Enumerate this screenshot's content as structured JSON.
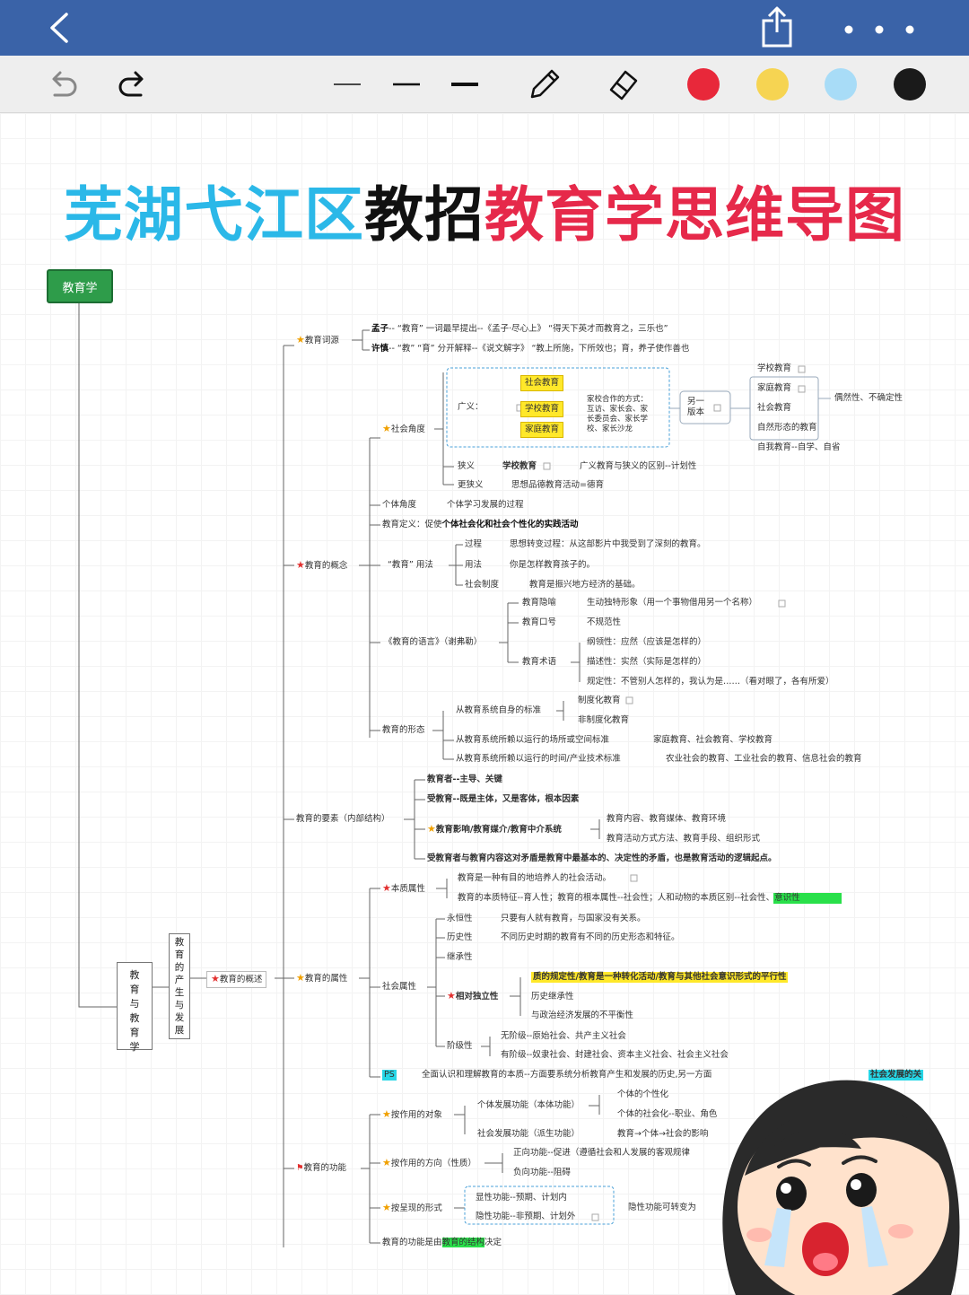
{
  "title": {
    "part1": "芜湖弋江区",
    "part2": "教招",
    "part3": "教育学思维导图",
    "colors": {
      "part1": "#2bb8e8",
      "part2": "#111111",
      "part3": "#e6294a"
    }
  },
  "toolbar": {
    "colors": [
      "#e8283a",
      "#f6d452",
      "#a8dcf7",
      "#1a1a1a"
    ]
  },
  "mindmap": {
    "root": "教育学",
    "vertical1": "教育与教育学",
    "vertical2": "教育的产生与发展",
    "overview": "教育的概述",
    "etymology": "教育词源",
    "mencius": [
      "孟子",
      "-- “教育” 一词最早提出--《孟子·尽心上》 “得天下英才而教育之，三乐也”"
    ],
    "xushen": [
      "许慎",
      "-- “教” “育” 分开解释--《说文解字》 “教上所施，下所效也；育，养子使作善也"
    ],
    "concept": "教育的概念",
    "social_angle": "社会角度",
    "broad": "广义：",
    "social_edu": "社会教育",
    "school_edu": "学校教育",
    "family_edu": "家庭教育",
    "coop": "家校合作的方式：\n互访、家长会、家\n长委员会、家长学\n校、家长沙龙",
    "another_version": "另一\n版本",
    "right_list": [
      "学校教育",
      "家庭教育",
      "社会教育",
      "自然形态的教育",
      "自我教育--自学、自省"
    ],
    "chance": "偶然性、不确定性",
    "narrow": "狭义",
    "narrow_school": "学校教育",
    "narrow_diff": "广义教育与狭义的区别--计划性",
    "narrower": "更狭义",
    "narrower_text": "思想品德教育活动=德育",
    "individual_angle": "个体角度",
    "individual_text": "个体学习发展的过程",
    "definition": [
      "教育定义：促使",
      "个体社会化和社会个性化的实践活动"
    ],
    "usage": "“教育” 用法",
    "usage_items": [
      [
        "过程",
        "思想转变过程：从这部影片中我受到了深刻的教育。"
      ],
      [
        "用法",
        "你是怎样教育孩子的。"
      ],
      [
        "社会制度",
        "教育是振兴地方经济的基础。"
      ]
    ],
    "language": "《教育的语言》（谢弗勒）",
    "metaphor": [
      "教育隐喻",
      "生动独特形象（用一个事物借用另一个名称）"
    ],
    "slogan": [
      "教育口号",
      "不规范性"
    ],
    "term": "教育术语",
    "term_items": [
      "纲领性：应然（应该是怎样的）",
      "描述性：实然（实际是怎样的）",
      "规定性：不管别人怎样的，我认为是……（看对眼了，各有所爱）"
    ],
    "forms": "教育的形态",
    "forms_items": [
      [
        "从教育系统自身的标准",
        "制度化教育",
        "非制度化教育"
      ],
      [
        "从教育系统所赖以运行的场所或空间标准",
        "家庭教育、社会教育、学校教育"
      ],
      [
        "从教育系统所赖以运行的时间/产业技术标准",
        "农业社会的教育、工业社会的教育、信息社会的教育"
      ]
    ],
    "elements": "教育的要素（内部结构）",
    "elements_items": [
      "教育者--主导、关键",
      "受教育--既是主体，又是客体，根本因素",
      "教育影响/教育媒介/教育中介系统",
      "受教育者与教育内容这对矛盾是教育中最基本的、决定性的矛盾，也是教育活动的逻辑起点。"
    ],
    "media_items": [
      "教育内容、教育媒体、教育环境",
      "教育活动方式方法、教育手段、组织形式"
    ],
    "attr": "教育的属性",
    "essence": "本质属性",
    "essence_items": [
      "教育是一种有目的地培养人的社会活动。",
      "教育的本质特征--育人性；教育的根本属性--社会性；人和动物的本质区别--社会性、意识性"
    ],
    "social_attr": "社会属性",
    "social_attr_items": [
      [
        "永恒性",
        "只要有人就有教育，与国家没有关系。"
      ],
      [
        "历史性",
        "不同历史时期的教育有不同的历史形态和特征。"
      ],
      [
        "继承性",
        ""
      ]
    ],
    "rel_indep": "相对独立性",
    "rel_top": "质的规定性/教育是一种转化活动/教育与其他社会意识形式的平行性",
    "rel_items": [
      "历史继承性",
      "与政治经济发展的不平衡性"
    ],
    "class": "阶级性",
    "class_items": [
      "无阶级--原始社会、共产主义社会",
      "有阶级--奴隶社会、封建社会、资本主义社会、社会主义社会"
    ],
    "ps": "PS",
    "ps_text": "全面认识和理解教育的本质--方面要系统分析教育产生和发展的历史,另一方面",
    "ps_right": "社会发展的关",
    "function": "教育的功能",
    "f_object": "按作用的对象",
    "f_obj_items": [
      "个体发展功能（本体功能）",
      "社会发展功能（派生功能）"
    ],
    "f_obj_sub": [
      "个体的个性化",
      "个体的社会化--职业、角色",
      "教育→个体→社会的影响"
    ],
    "f_dir": "按作用的方向（性质）",
    "f_dir_items": [
      "正向功能--促进（遵循社会和人发展的客观规律",
      "负向功能--阻碍"
    ],
    "f_form": "按呈现的形式",
    "f_form_items": [
      "显性功能--预期、计划内",
      "隐性功能--非预期、计划外"
    ],
    "f_form_right": "隐性功能可转变为",
    "f_struct": [
      "教育的功能是由",
      "教育的结构",
      "决定"
    ]
  }
}
